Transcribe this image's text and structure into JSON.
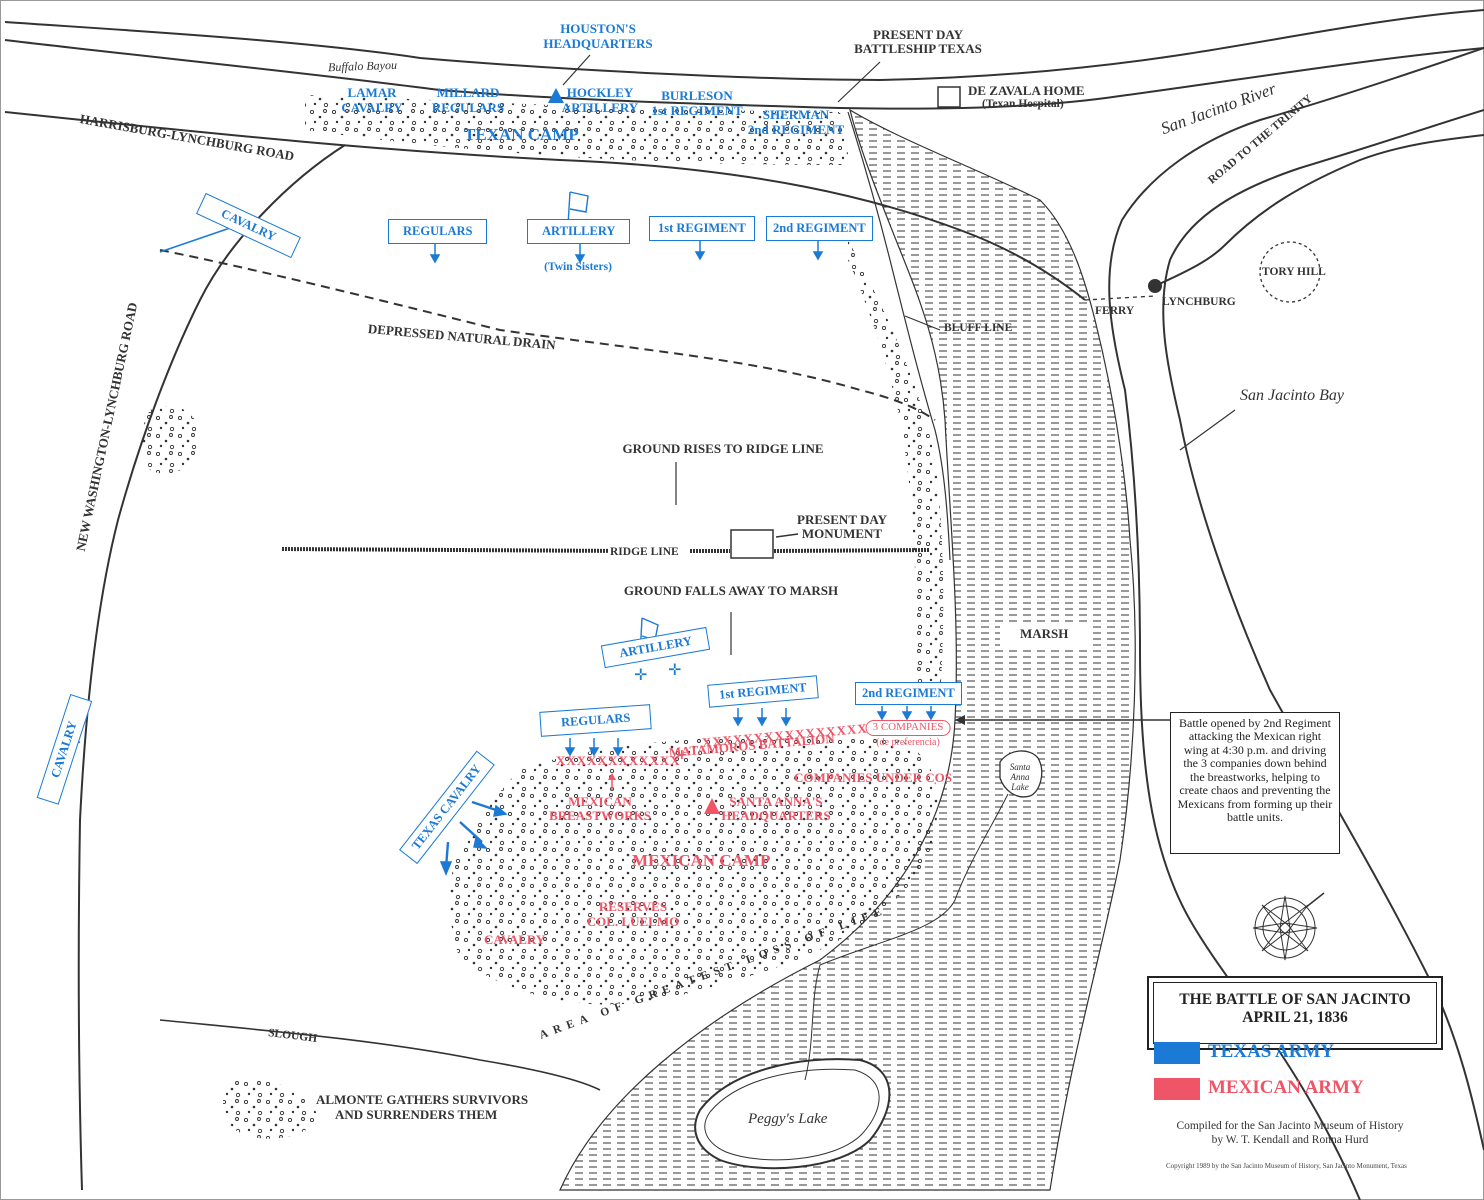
{
  "map": {
    "title_line1": "THE BATTLE OF SAN JACINTO",
    "title_line2": "APRIL 21, 1836",
    "legend": [
      {
        "label": "TEXAS ARMY",
        "color": "#1a7ad6"
      },
      {
        "label": "MEXICAN ARMY",
        "color": "#ee5566"
      }
    ],
    "credit_line1": "Compiled for the San Jacinto Museum of History",
    "credit_line2": "by W. T. Kendall and Ronna Hurd",
    "copyright": "Copyright 1989 by the San Jacinto Museum of History, San Jacinto Monument, Texas",
    "note": "Battle opened by 2nd Regiment attacking the Mexican right wing at 4:30 p.m. and driving the 3 companies down behind the breastworks, helping to create chaos and preventing the Mexicans from forming up their battle units."
  },
  "geo": {
    "buffalo_bayou": "Buffalo Bayou",
    "san_jacinto_river": "San Jacinto River",
    "san_jacinto_bay": "San Jacinto Bay",
    "harrisburg_road": "HARRISBURG-LYNCHBURG ROAD",
    "new_washington_road": "NEW WASHINGTON-LYNCHBURG ROAD",
    "road_to_trinity": "ROAD TO THE TRINITY",
    "tory_hill": "TORY HILL",
    "lynchburg": "LYNCHBURG",
    "ferry": "FERRY",
    "bluff_line": "BLUFF LINE",
    "de_zavala_1": "DE ZAVALA HOME",
    "de_zavala_2": "(Texan Hospital)",
    "battleship_1": "PRESENT DAY",
    "battleship_2": "BATTLESHIP TEXAS",
    "drain": "DEPRESSED NATURAL DRAIN",
    "ground_rises": "GROUND RISES TO RIDGE LINE",
    "ridge_line": "RIDGE LINE",
    "monument_1": "PRESENT DAY",
    "monument_2": "MONUMENT",
    "ground_falls": "GROUND FALLS AWAY TO MARSH",
    "marsh": "MARSH",
    "santa_anna_lake_1": "Santa",
    "santa_anna_lake_2": "Anna",
    "santa_anna_lake_3": "Lake",
    "slough": "SLOUGH",
    "peggys_lake": "Peggy's Lake",
    "greatest_loss": "AREA OF GREATEST LOSS OF LIFE",
    "almonte_1": "ALMONTE GATHERS SURVIVORS",
    "almonte_2": "AND SURRENDERS THEM"
  },
  "texas": {
    "houston_hq_1": "HOUSTON'S",
    "houston_hq_2": "HEADQUARTERS",
    "lamar_1": "LAMAR",
    "lamar_2": "CAVALRY",
    "millard_1": "MILLARD",
    "millard_2": "REGULARS",
    "hockley_1": "HOCKLEY",
    "hockley_2": "ARTILLERY",
    "burleson_1": "BURLESON",
    "burleson_2": "1st REGIMENT",
    "sherman_1": "SHERMAN",
    "sherman_2": "2nd REGIMENT",
    "texan_camp": "TEXAN CAMP",
    "cavalry_top": "CAVALRY",
    "regulars_top": "REGULARS",
    "artillery_top": "ARTILLERY",
    "twin_sisters": "(Twin Sisters)",
    "first_reg_top": "1st REGIMENT",
    "second_reg_top": "2nd REGIMENT",
    "artillery_bottom": "ARTILLERY",
    "first_reg_bottom": "1st REGIMENT",
    "second_reg_bottom": "2nd REGIMENT",
    "regulars_bottom": "REGULARS",
    "cavalry_left": "CAVALRY",
    "texas_cavalry": "TEXAS CAVALRY"
  },
  "mexican": {
    "companies_1": "3 COMPANIES",
    "companies_2": "(de preferencia)",
    "breastworks_left": "XXXXXXXXXXXX",
    "breastworks_right": "XXXXXXXXXXXXXXXX",
    "matamoros": "MATAMOROS BATTALION",
    "companies_cos": "COMPANIES UNDER COS",
    "breastworks_1": "MEXICAN",
    "breastworks_2": "BREASTWORKS",
    "santa_anna_hq_1": "SANTA ANNA'S",
    "santa_anna_hq_2": "HEADQUARTERS",
    "mexican_camp": "MEXICAN CAMP",
    "reserves_1": "RESERVES",
    "reserves_2": "COL. LUELMO",
    "cavalry": "CAVALRY"
  }
}
